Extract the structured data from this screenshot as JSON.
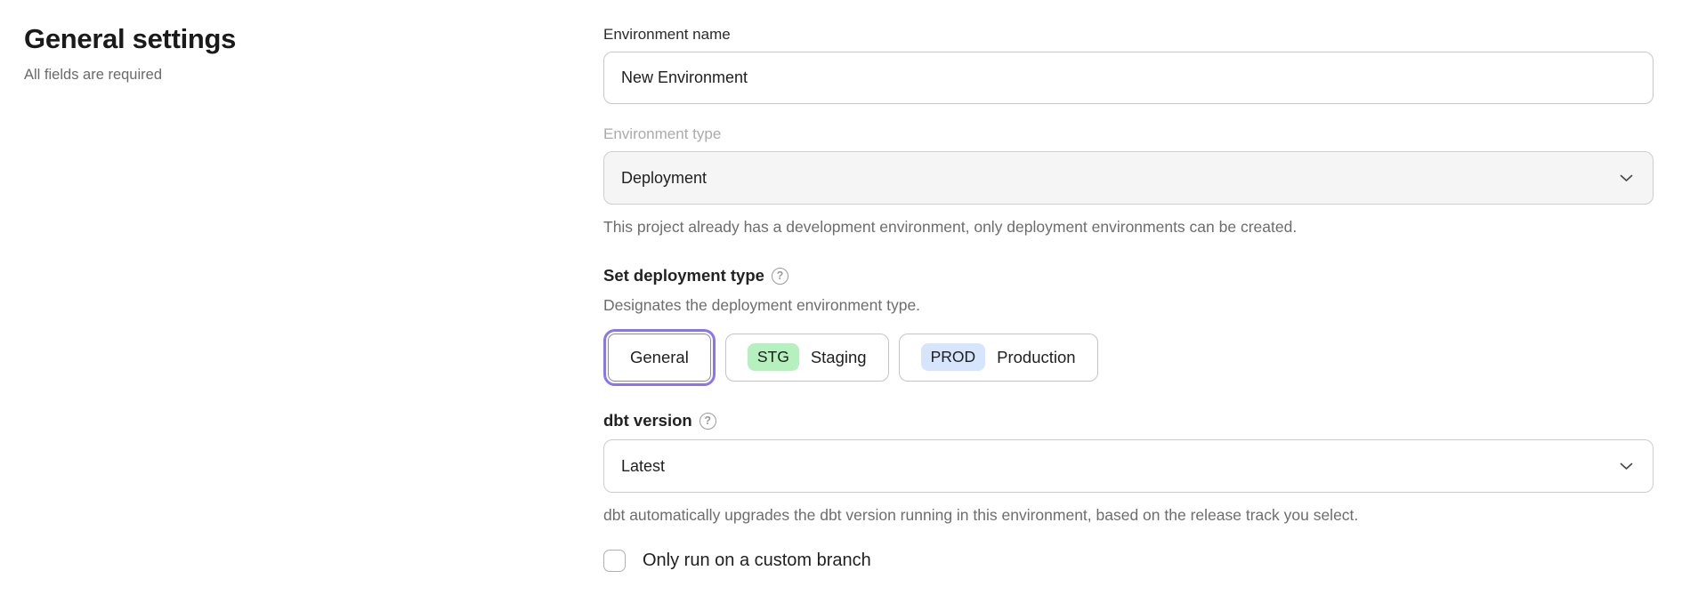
{
  "page": {
    "title": "General settings",
    "subtitle": "All fields are required"
  },
  "form": {
    "environment_name": {
      "label": "Environment name",
      "value": "New Environment"
    },
    "environment_type": {
      "label": "Environment type",
      "value": "Deployment",
      "disabled": true,
      "helper": "This project already has a development environment, only deployment environments can be created."
    },
    "deployment_type": {
      "label": "Set deployment type",
      "helper": "Designates the deployment environment type.",
      "options": [
        {
          "label": "General",
          "selected": true
        },
        {
          "badge": "STG",
          "label": "Staging",
          "badge_color": "#b4f1be",
          "selected": false
        },
        {
          "badge": "PROD",
          "label": "Production",
          "badge_color": "#d7e5fc",
          "selected": false
        }
      ]
    },
    "dbt_version": {
      "label": "dbt version",
      "value": "Latest",
      "helper": "dbt automatically upgrades the dbt version running in this environment, based on the release track you select."
    },
    "custom_branch": {
      "label": "Only run on a custom branch",
      "checked": false
    }
  },
  "icons": {
    "help": "?",
    "chevron_down": "chevron-down"
  },
  "colors": {
    "accent_ring": "#8a74f0",
    "staging_badge": "#b4f1be",
    "production_badge": "#d7e5fc",
    "disabled_bg": "#f5f5f5"
  }
}
